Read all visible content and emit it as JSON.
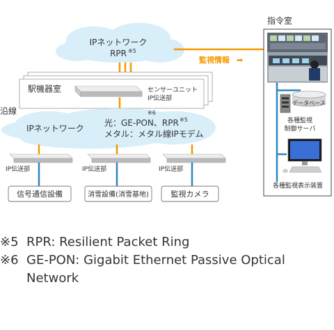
{
  "cloud_top": {
    "title": "IPネットワーク",
    "subtitle": "RPR",
    "sup": "※5"
  },
  "command_room": {
    "title": "指令室"
  },
  "monitor_info": {
    "label": "監視情報",
    "arrow": "➡"
  },
  "station_room": {
    "label": "駅機器室",
    "sensor_unit": "センサーユニット",
    "ip_unit": "IP伝送部"
  },
  "route": {
    "label": "沿線"
  },
  "cloud_mid": {
    "title": "IPネットワーク",
    "line1": "光：GE-PON、RPR",
    "line1_sup6": "※6",
    "line1_sup5": "※5",
    "line2": "メタル：メタル線IPモデム"
  },
  "field_units": [
    {
      "ip_label": "IP伝送部",
      "device": "信号通信設備"
    },
    {
      "ip_label": "IP伝送部",
      "device": "消雪設備(消雪基地)"
    },
    {
      "ip_label": "IP伝送部",
      "device": "監視カメラ"
    }
  ],
  "servers": {
    "db": "データベース",
    "label1": "各種監視",
    "label2": "制御サーバ"
  },
  "display": {
    "label": "各種監視表示装置"
  },
  "notes": [
    {
      "mark": "※5",
      "text": "RPR: Resilient Packet Ring"
    },
    {
      "mark": "※6",
      "text": "GE-PON: Gigabit Ethernet Passive Optical Network"
    }
  ],
  "colors": {
    "orange": "#F39800",
    "blue": "#2E86C1",
    "cloud": "#D8EEF9"
  }
}
